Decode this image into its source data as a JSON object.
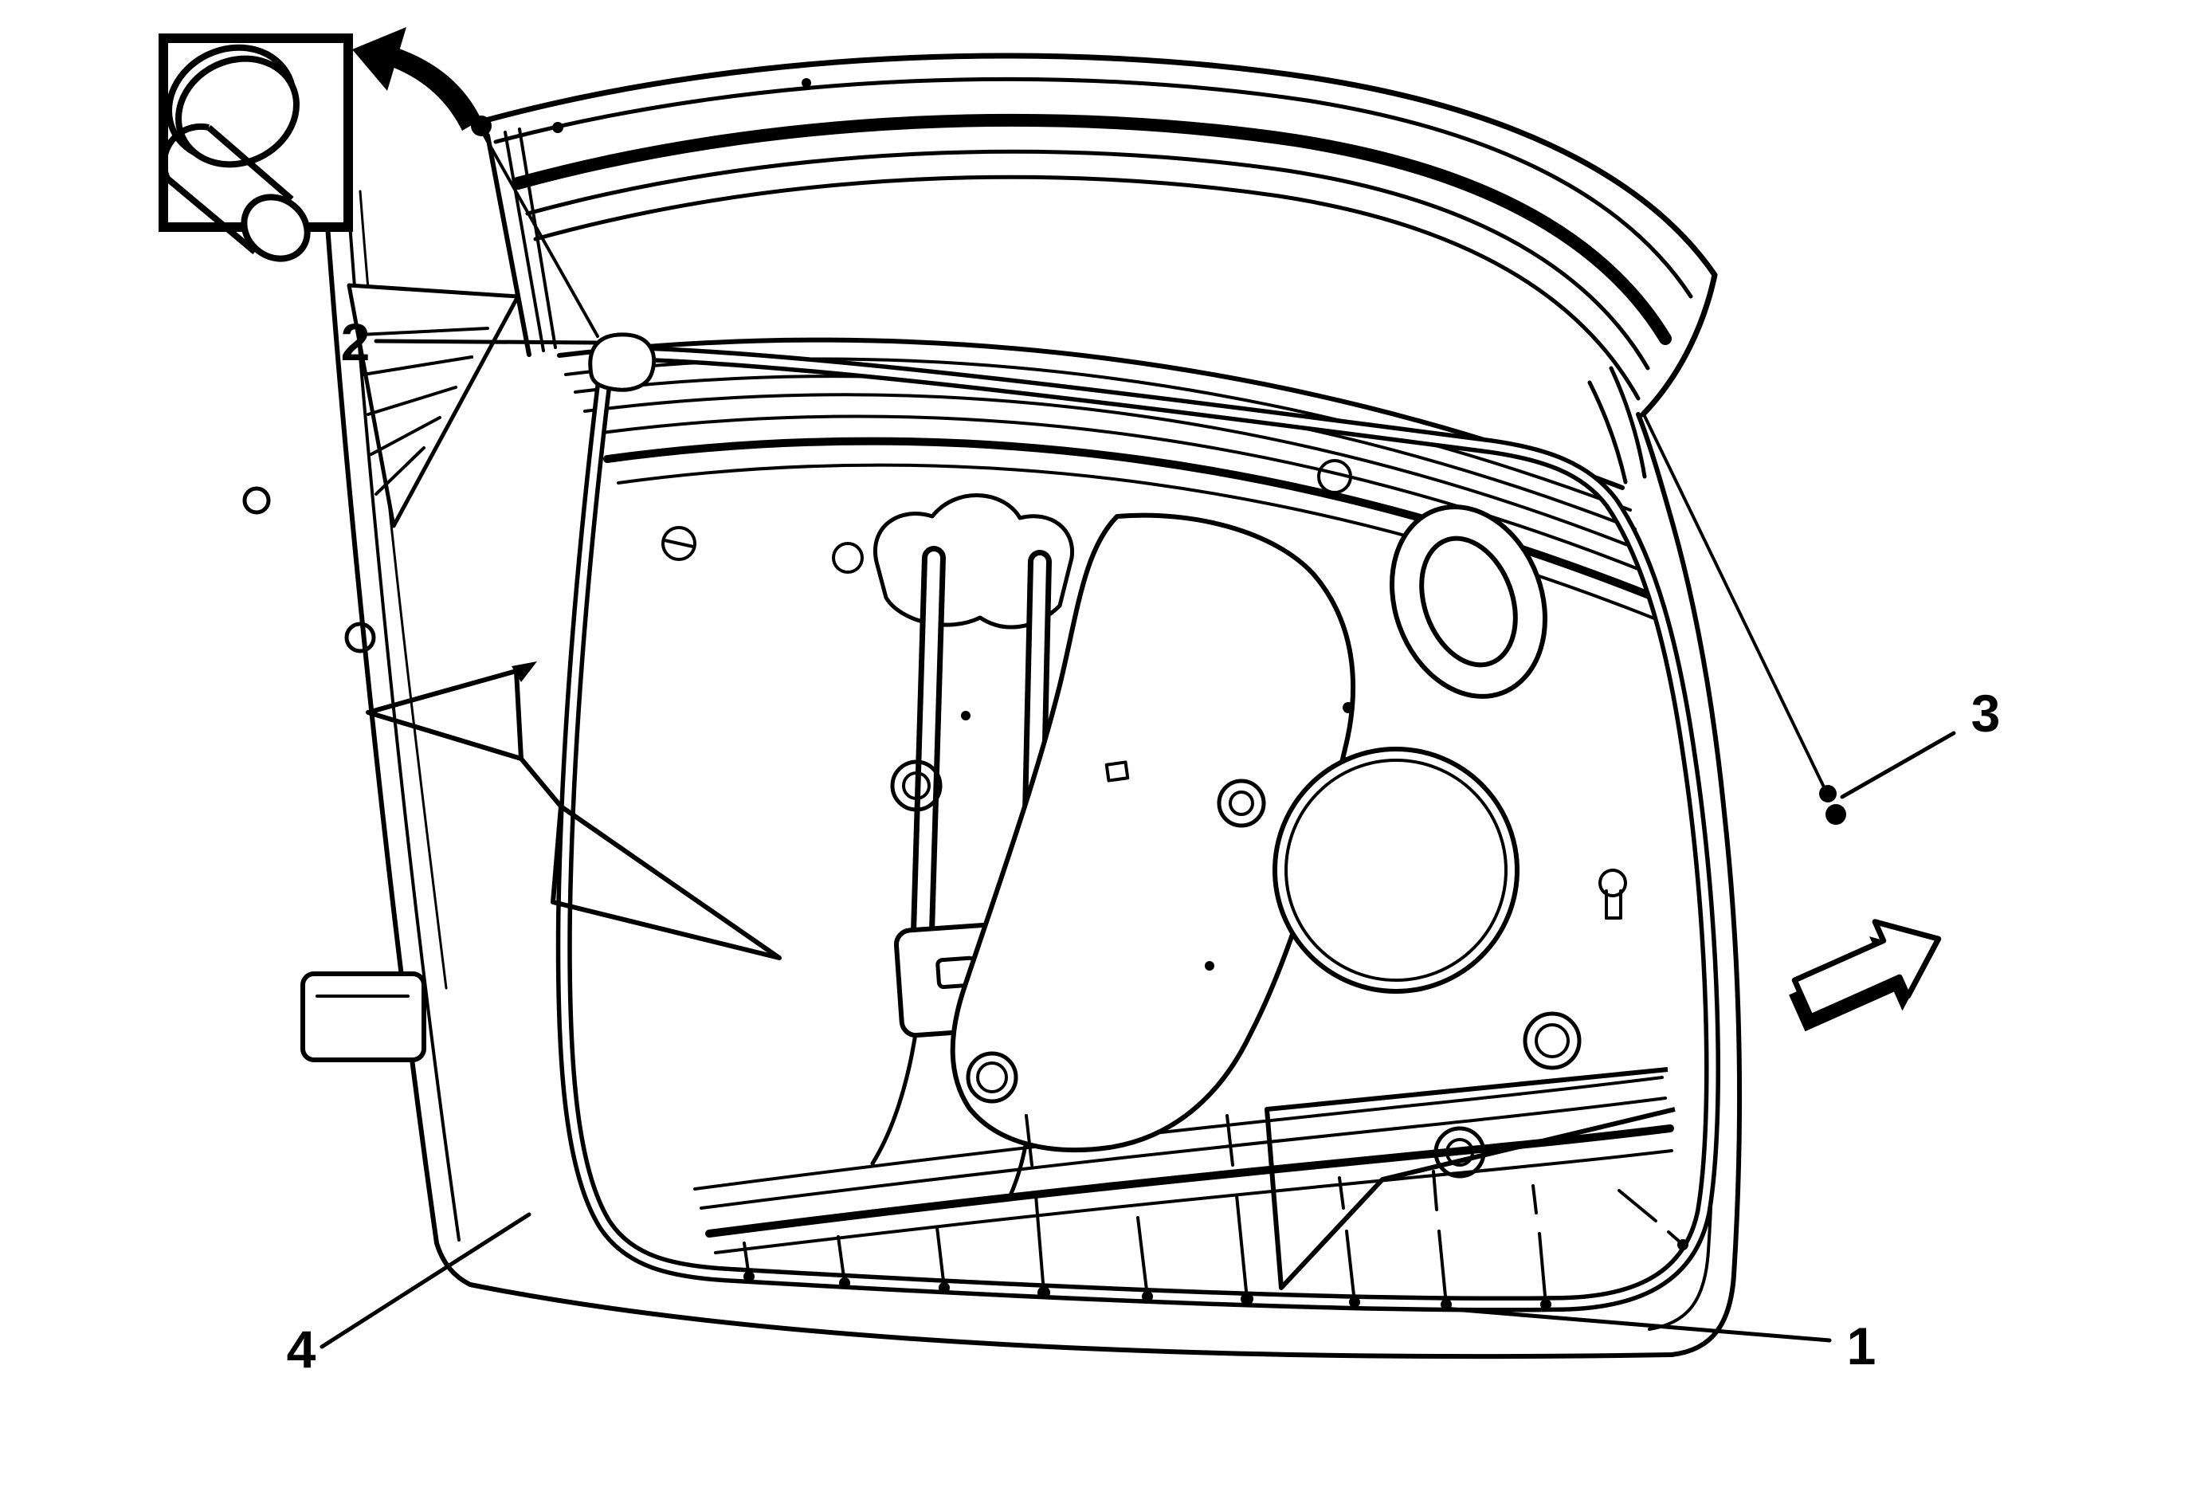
{
  "figure": {
    "kind": "technical line illustration",
    "subject": "front side door with weatherstrip and retainers",
    "background_color": "#ffffff",
    "line_color": "#000000"
  },
  "callouts": [
    {
      "id": 1,
      "label": "1",
      "target": "weatherstrip retainers along door bottom"
    },
    {
      "id": 2,
      "label": "2",
      "target": "weatherstrip front upper corner"
    },
    {
      "id": 3,
      "label": "3",
      "target": "weatherstrip retainer pin at door rear corner"
    },
    {
      "id": 4,
      "label": "4",
      "target": "door weatherstrip lower front edge"
    }
  ],
  "icons": [
    {
      "name": "retainer-detail-inset",
      "meaning": "enlarged push-pin retainer detail in framed box"
    },
    {
      "name": "curved-removal-arrow",
      "meaning": "curved arrow from door corner to detail box"
    },
    {
      "name": "direction-block-arrow",
      "meaning": "3D block arrow showing outboard direction"
    }
  ]
}
